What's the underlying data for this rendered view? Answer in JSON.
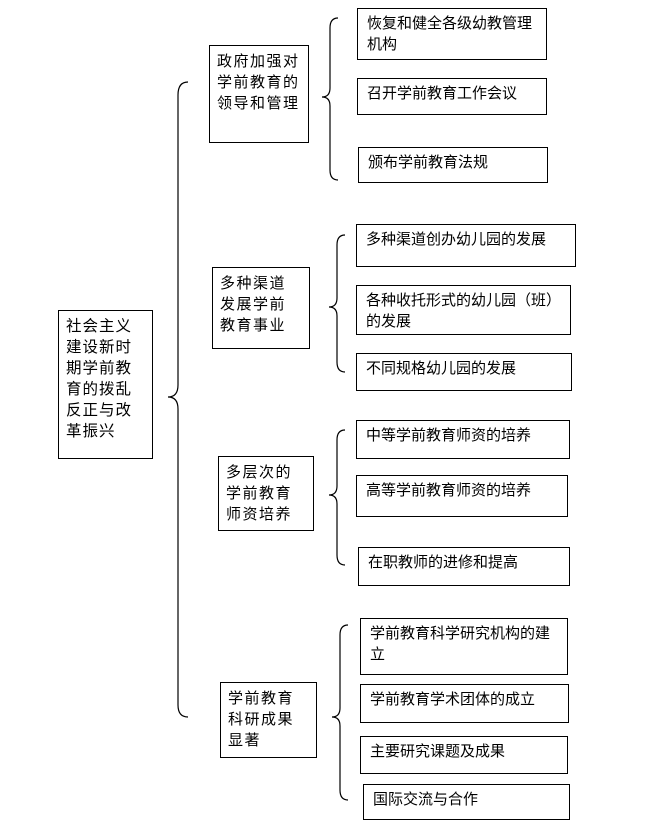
{
  "root": {
    "label": "社会主义建设新时期学前教育的拨乱反正与改革振兴"
  },
  "branches": [
    {
      "label": "政府加强对学前教育的领导和管理",
      "items": [
        "恢复和健全各级幼教管理机构",
        "召开学前教育工作会议",
        "颁布学前教育法规"
      ]
    },
    {
      "label": "多种渠道发展学前教育事业",
      "items": [
        "多种渠道创办幼儿园的发展",
        "各种收托形式的幼儿园（班）的发展",
        "不同规格幼儿园的发展"
      ]
    },
    {
      "label": "多层次的学前教育师资培养",
      "items": [
        "中等学前教育师资的培养",
        "高等学前教育师资的培养",
        "在职教师的进修和提高"
      ]
    },
    {
      "label": "学前教育科研成果显著",
      "items": [
        "学前教育科学研究机构的建立",
        "学前教育学术团体的成立",
        "主要研究课题及成果",
        "国际交流与合作"
      ]
    }
  ]
}
